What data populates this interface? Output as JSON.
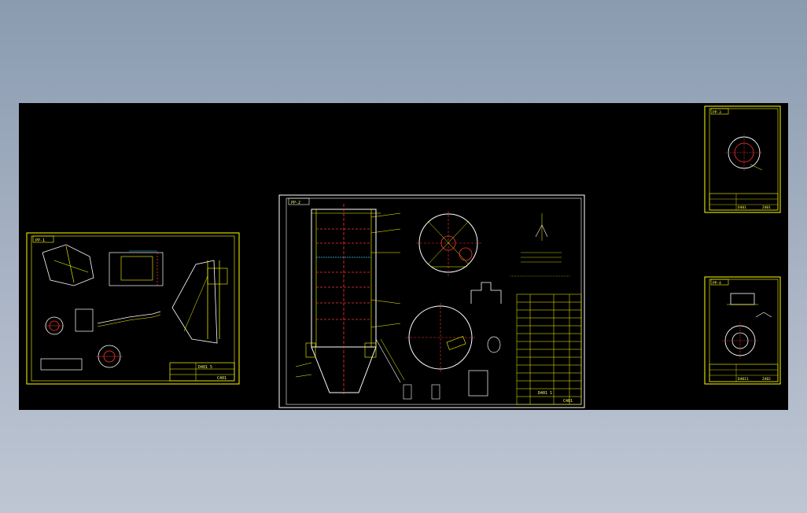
{
  "colors": {
    "background_top": "#8a9bb0",
    "background_bottom": "#bec6d3",
    "canvas": "#000000",
    "line_primary": "#ffff00",
    "line_secondary": "#ffffff",
    "line_accent": "#ff3333",
    "line_cyan": "#33ccff",
    "line_green": "#33ff66"
  },
  "sheets": [
    {
      "id": "sheet-1",
      "tag": "PP-1",
      "title_text": "D401 5",
      "drawing_no": "C401"
    },
    {
      "id": "sheet-2",
      "tag": "PP-2",
      "title_text": "D401 1",
      "drawing_no": "C401"
    },
    {
      "id": "sheet-3",
      "tag": "PP-3",
      "title_text": "D401",
      "drawing_no": "Z401"
    },
    {
      "id": "sheet-4",
      "tag": "PP-4",
      "title_text": "D4011",
      "drawing_no": "Z402"
    }
  ]
}
